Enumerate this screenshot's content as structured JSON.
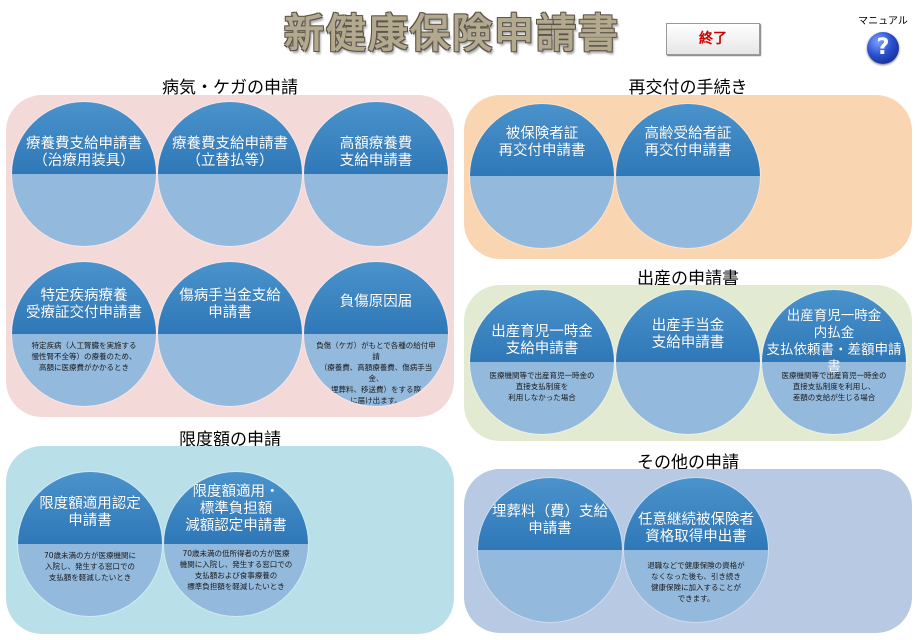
{
  "header": {
    "title": "新健康保険申請書",
    "end_button": "終了",
    "manual_label": "マニュアル",
    "help_glyph": "?"
  },
  "sections": {
    "illness": {
      "title": "病気・ケガの申請",
      "color": "#f4d9d9",
      "items": [
        {
          "label": "療養費支給申請書\n（治療用装具）",
          "desc": ""
        },
        {
          "label": "療養費支給申請書\n（立替払等）",
          "desc": ""
        },
        {
          "label": "高額療養費\n支給申請書",
          "desc": ""
        },
        {
          "label": "特定疾病療養\n受療証交付申請書",
          "desc": "特定疾病（人工腎臓を実施する\n慢性腎不全等）の療養のため、\n高額に医療費がかかるとき"
        },
        {
          "label": "傷病手当金支給\n申請書",
          "desc": ""
        },
        {
          "label": "負傷原因届",
          "desc": "負傷（ケガ）がもとで各種の給付申請\n（療養費、高額療養費、傷病手当金、\n埋葬料、移送費）をする際\nに届け出ます。"
        }
      ]
    },
    "limit": {
      "title": "限度額の申請",
      "color": "#b9dfe9",
      "items": [
        {
          "label": "限度額適用認定\n申請書",
          "desc": "70歳未満の方が医療機関に\n入院し、発生する窓口での\n支払額を軽減したいとき"
        },
        {
          "label": "限度額適用・\n標準負担額\n減額認定申請書",
          "desc": "70歳未満の低所得者の方が医療\n機関に入院し、発生する窓口での\n支払額および食事療養の\n標準負担額を軽減したいとき"
        }
      ]
    },
    "reissue": {
      "title": "再交付の手続き",
      "color": "#fad5b2",
      "items": [
        {
          "label": "被保険者証\n再交付申請書",
          "desc": ""
        },
        {
          "label": "高齢受給者証\n再交付申請書",
          "desc": ""
        }
      ]
    },
    "birth": {
      "title": "出産の申請書",
      "color": "#e3ead2",
      "items": [
        {
          "label": "出産育児一時金\n支給申請書",
          "desc": "医療機関等で出産育児一時金の\n直接支払制度を\n利用しなかった場合"
        },
        {
          "label": "出産手当金\n支給申請書",
          "desc": ""
        },
        {
          "label": "出産育児一時金\n内払金\n支払依頼書・差額申請書",
          "desc": "医療機関等で出産育児一時金の\n直接支払制度を利用し、\n差額の支給が生じる場合"
        }
      ]
    },
    "other": {
      "title": "その他の申請",
      "color": "#b7c9e3",
      "items": [
        {
          "label": "埋葬料（費）支給\n申請書",
          "desc": ""
        },
        {
          "label": "任意継続被保険者\n資格取得申出書",
          "desc": "退職などで健康保険の資格が\nなくなった後も、引き続き\n健康保険に加入することが\nできます。"
        }
      ]
    }
  }
}
